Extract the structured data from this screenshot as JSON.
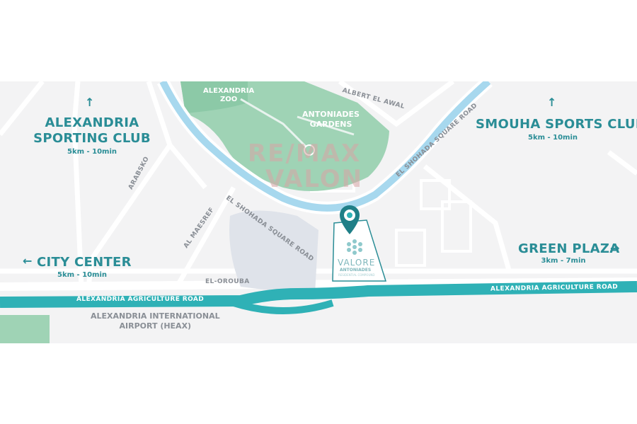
{
  "destinations": {
    "sporting_club": {
      "name_line1": "ALEXANDRIA",
      "name_line2": "SPORTING CLUB",
      "distance": "5km - 10min",
      "arrow": "↑"
    },
    "smouha": {
      "name": "SMOUHA SPORTS CLUB",
      "distance": "5km - 10min",
      "arrow": "↑"
    },
    "city_center": {
      "name": "CITY CENTER",
      "distance": "5km - 10min",
      "arrow": "←"
    },
    "green_plaza": {
      "name": "GREEN PLAZA",
      "distance": "3km - 7min",
      "arrow": "→"
    }
  },
  "areas": {
    "zoo_line1": "ALEXANDRIA",
    "zoo_line2": "ZOO",
    "gardens_line1": "ANTONIADES",
    "gardens_line2": "GARDENS",
    "airport_line1": "ALEXANDRIA INTERNATIONAL",
    "airport_line2": "AIRPORT (HEAX)"
  },
  "roads": {
    "agriculture_left": "ALEXANDRIA AGRICULTURE ROAD",
    "agriculture_right": "ALEXANDRIA AGRICULTURE ROAD",
    "el_orouba": "EL-OROUBA",
    "shohada_left": "EL SHOHADA SQUARE ROAD",
    "shohada_right": "EL SHOHADA SQUARE ROAD",
    "arabsko": "ARABSKO",
    "al_maesref": "AL MAESREF",
    "albert_el_awal": "ALBERT EL AWAL"
  },
  "project": {
    "name": "VALORE",
    "subtitle": "ANTONIADES",
    "tagline": "RESIDENTIAL COMPOUND"
  },
  "watermark": {
    "line1": "RE/MAX",
    "line2": "VALON"
  },
  "icons": {
    "pin": "map-pin-icon",
    "up": "arrow-up-icon",
    "left": "arrow-left-icon",
    "right": "arrow-right-icon"
  },
  "colors": {
    "teal": "#2a8d96",
    "highway": "#3cb8bd",
    "canal": "#a7d8ee",
    "park": "#9fd3b5",
    "background": "#f3f3f4"
  }
}
